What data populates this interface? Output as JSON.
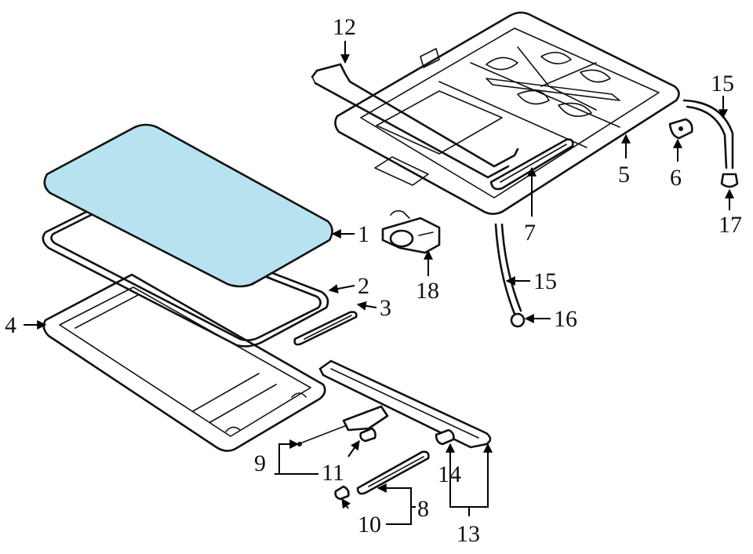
{
  "diagram": {
    "highlight_color": "#b7e3f0",
    "line_color": "#111111",
    "callouts": [
      {
        "id": "1",
        "label": "1"
      },
      {
        "id": "2",
        "label": "2"
      },
      {
        "id": "3",
        "label": "3"
      },
      {
        "id": "4",
        "label": "4"
      },
      {
        "id": "5",
        "label": "5"
      },
      {
        "id": "6",
        "label": "6"
      },
      {
        "id": "7",
        "label": "7"
      },
      {
        "id": "8",
        "label": "8"
      },
      {
        "id": "9",
        "label": "9"
      },
      {
        "id": "10",
        "label": "10"
      },
      {
        "id": "11",
        "label": "11"
      },
      {
        "id": "12",
        "label": "12"
      },
      {
        "id": "13",
        "label": "13"
      },
      {
        "id": "14",
        "label": "14"
      },
      {
        "id": "15a",
        "label": "15"
      },
      {
        "id": "15b",
        "label": "15"
      },
      {
        "id": "16",
        "label": "16"
      },
      {
        "id": "17",
        "label": "17"
      },
      {
        "id": "18",
        "label": "18"
      }
    ]
  }
}
